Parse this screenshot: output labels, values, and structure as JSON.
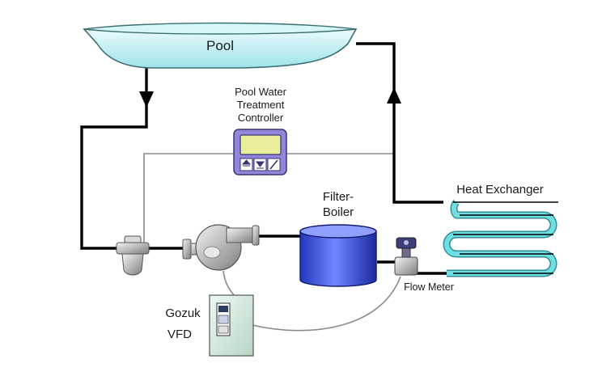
{
  "labels": {
    "pool": "Pool",
    "controller": [
      "Pool Water",
      "Treatment",
      "Controller"
    ],
    "filter_boiler": [
      "Filter-",
      "Boiler"
    ],
    "heat_exchanger": "Heat Exchanger",
    "flow_meter": "Flow Meter",
    "vfd": [
      "Gozuk",
      "VFD"
    ]
  },
  "colors": {
    "pipe": "#000000",
    "signal_wire": "#8a8a8a",
    "pool_water": "#bfeff2",
    "heat_exchanger_coil": "#5ad2d6",
    "tank": "#3f5ae0",
    "controller_body": "#8f87d9",
    "controller_screen": "#e9ee9a",
    "vfd_body": "#d8ece2"
  },
  "icons": {
    "flow_arrow_down": "triangle-down-icon",
    "flow_arrow_up": "triangle-up-icon",
    "controller_keys": [
      "up-down-arrow-icon",
      "down-arrow-icon",
      "slash-icon"
    ]
  }
}
